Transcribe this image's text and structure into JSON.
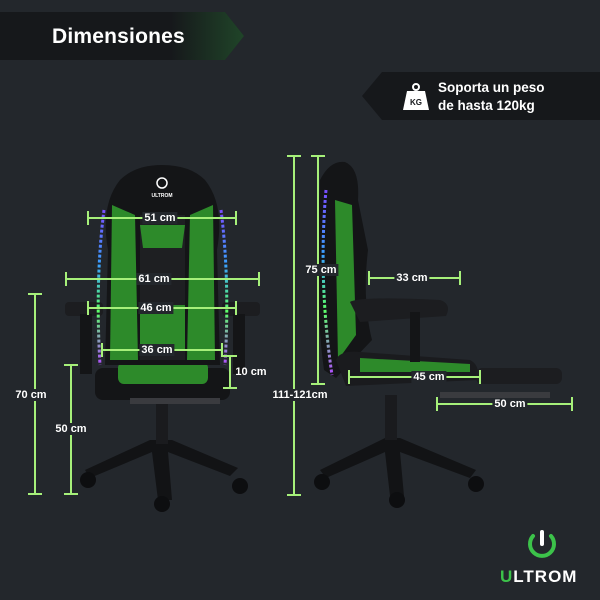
{
  "title": "Dimensiones",
  "weight_badge": {
    "icon": "kg-weight-icon",
    "icon_label": "KG",
    "line1": "Soporta un peso",
    "line2": "de hasta 120kg"
  },
  "front_view": {
    "backrest_width": "51 cm",
    "armrest_span": "61 cm",
    "seat_width": "46 cm",
    "seat_depth_front": "36 cm",
    "armrest_height": "10 cm",
    "total_height": "70 cm",
    "seat_height": "50 cm"
  },
  "side_view": {
    "total_height": "111-121cm",
    "backrest_height": "75 cm",
    "armrest_depth": "33 cm",
    "seat_depth": "45 cm",
    "footrest_length": "50 cm"
  },
  "brand": {
    "name_first": "U",
    "name_rest": "LTROM",
    "backrest_logo": "ULTROM"
  },
  "colors": {
    "background": "#23272c",
    "accent_green": "#3cc24a",
    "chair_black": "#111214"
  }
}
